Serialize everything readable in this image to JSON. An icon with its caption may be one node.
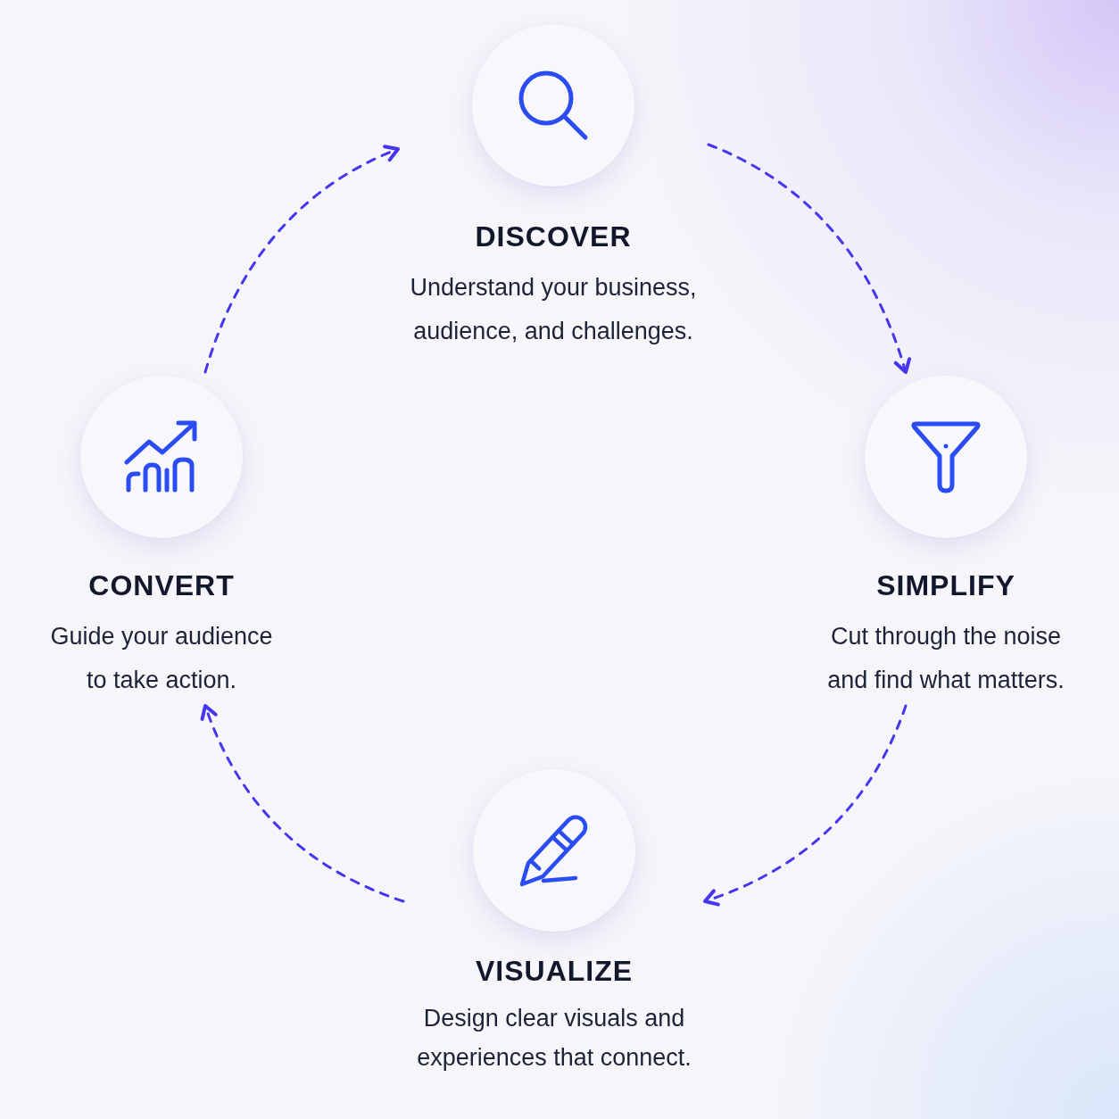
{
  "diagram": {
    "nodes": [
      {
        "text": [
          "DISCOVER",
          "Understand your business, audience, and challenges."
        ]
      },
      {
        "text": [
          "CONVERT",
          "Guide your audience to take action."
        ]
      },
      {
        "text": [
          "SIMPLIFY",
          "Cut through the noise and find what matters."
        ]
      },
      {
        "text": [
          "VISUALIZE",
          "Design clear visuals and experiences that connect."
        ]
      }
    ],
    "edges": [
      {
        "from": 0,
        "to": 2,
        "arrow": "to",
        "style": "dashed"
      },
      {
        "from": 2,
        "to": 3,
        "arrow": "to",
        "style": "dashed"
      },
      {
        "from": 3,
        "to": 1,
        "arrow": "to",
        "style": "dashed"
      },
      {
        "from": 1,
        "to": 0,
        "arrow": "to",
        "style": "dashed"
      }
    ]
  }
}
